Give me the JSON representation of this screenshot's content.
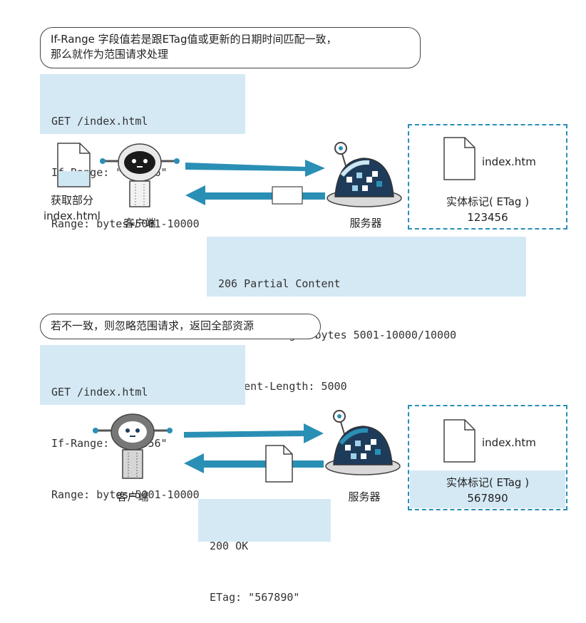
{
  "top": {
    "note_line1": "If-Range 字段值若是跟ETag值或更新的日期时间匹配一致，",
    "note_line2": "那么就作为范围请求处理",
    "request_lines": [
      "GET /index.html",
      "If-Range: \"123456\"",
      "Range: bytes=5001-10000"
    ],
    "file_label_line1": "获取部分",
    "file_label_line2": "index.html",
    "client_label": "客户端",
    "server_label": "服务器",
    "server_file_name": "index.htm",
    "etag_label": "实体标记( ETag )",
    "etag_value": "123456",
    "response_lines": [
      "206 Partial Content",
      "Content-Range: bytes 5001-10000/10000",
      "Content-Length: 5000"
    ]
  },
  "bottom": {
    "note": "若不一致，则忽略范围请求，返回全部资源",
    "request_lines": [
      "GET /index.html",
      "If-Range: \"123456\"",
      "Range: bytes=5001-10000"
    ],
    "client_label": "客户端",
    "server_label": "服务器",
    "server_file_name": "index.htm",
    "etag_label": "实体标记( ETag )",
    "etag_value": "567890",
    "response_lines": [
      "200 OK",
      "ETag: \"567890\""
    ]
  },
  "colors": {
    "code_bg": "#d5e9f5",
    "arrow_blue": "#2a8fb5",
    "dash_border": "#2a8fb5",
    "robot_dark": "#1e3c5a"
  }
}
